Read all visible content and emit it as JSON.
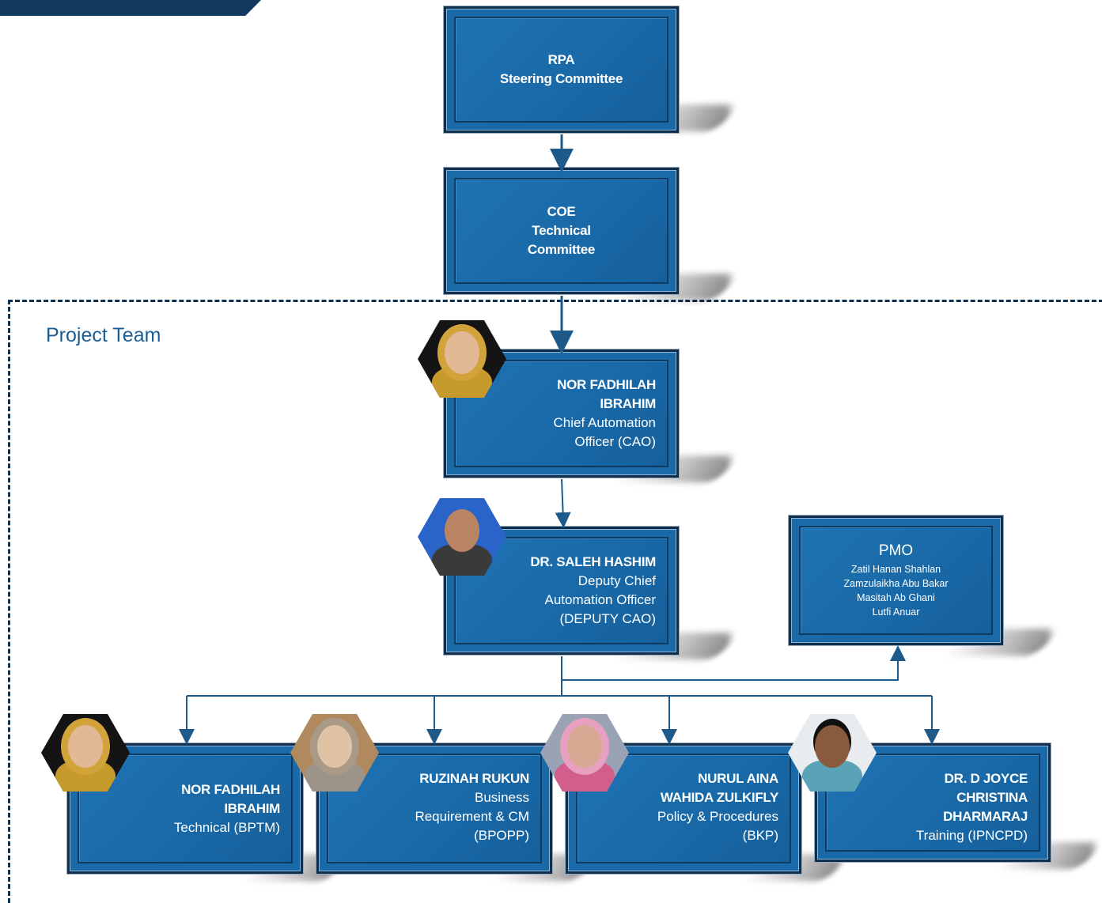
{
  "boxes": {
    "steering": {
      "line1": "RPA",
      "line2": "Steering Committee"
    },
    "coe": {
      "line1": "COE",
      "line2": "Technical",
      "line3": "Committee"
    },
    "cao": {
      "name1": "NOR FADHILAH",
      "name2": "IBRAHIM",
      "role1": "Chief Automation",
      "role2": "Officer (CAO)"
    },
    "deputy": {
      "name": "DR. SALEH HASHIM",
      "role1": "Deputy Chief",
      "role2": "Automation Officer",
      "role3": "(DEPUTY CAO)"
    },
    "pmo": {
      "title": "PMO",
      "members": [
        "Zatil Hanan Shahlan",
        "Zamzulaikha Abu Bakar",
        "Masitah Ab Ghani",
        "Lutfi Anuar"
      ]
    },
    "technical": {
      "name1": "NOR FADHILAH",
      "name2": "IBRAHIM",
      "role1": "Technical (BPTM)"
    },
    "business": {
      "name1": "RUZINAH RUKUN",
      "role1": "Business",
      "role2": "Requirement & CM",
      "role3": "(BPOPP)"
    },
    "policy": {
      "name1": "NURUL AINA",
      "name2": "WAHIDA ZULKIFLY",
      "role1": "Policy & Procedures",
      "role2": "(BKP)"
    },
    "training": {
      "name1": "DR. D JOYCE",
      "name2": "CHRISTINA",
      "name3": "DHARMARAJ",
      "role1": "Training (IPNCPD)"
    }
  },
  "project_team_label": "Project Team",
  "colors": {
    "box_fill": "#1a6aa9",
    "box_border": "#0d2f4d",
    "connector": "#1d5a8a",
    "dashed_border": "#10304f",
    "label": "#1a5e95"
  }
}
